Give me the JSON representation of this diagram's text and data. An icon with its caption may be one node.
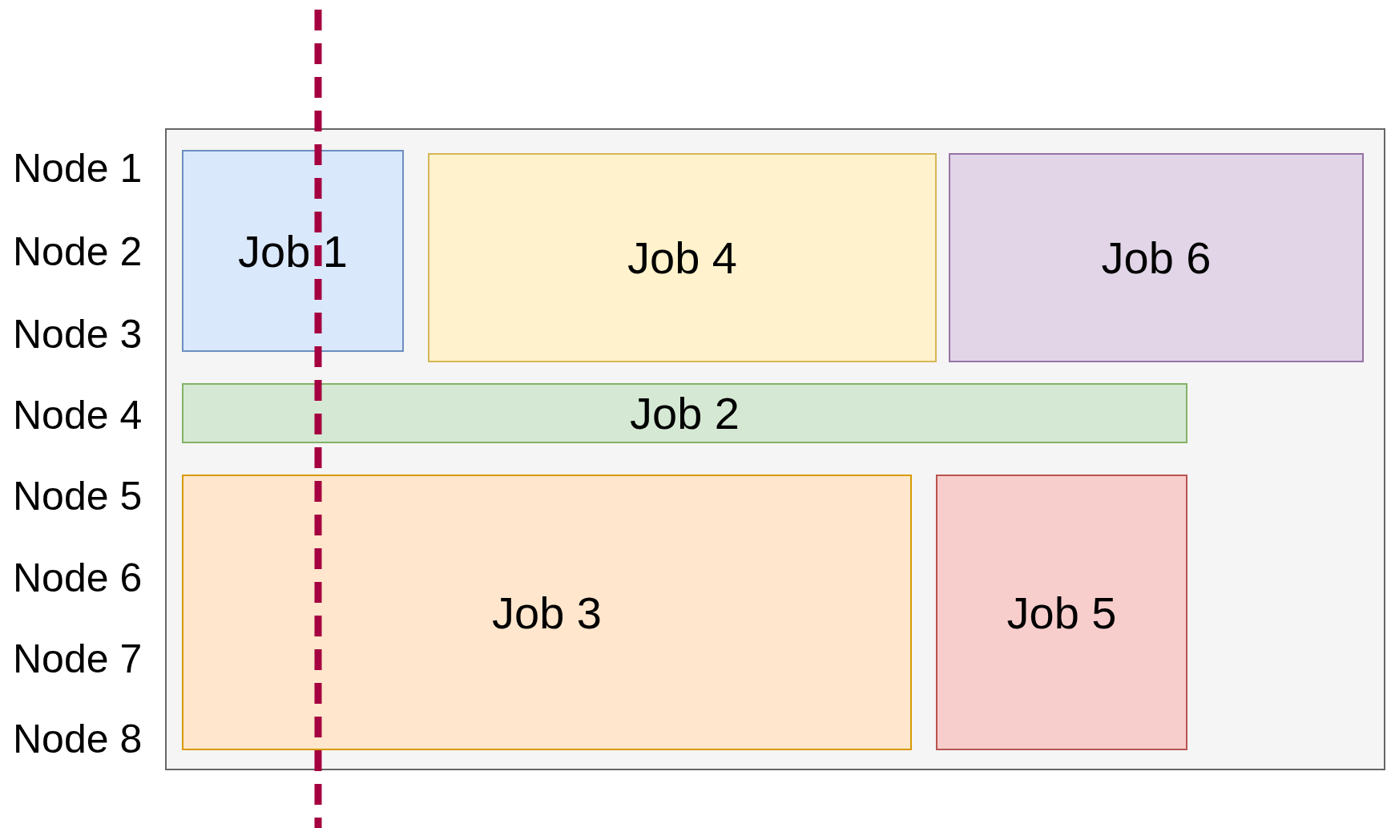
{
  "diagram": {
    "nodes": [
      {
        "text": [],
        "shape": "box"
      },
      {
        "text": [
          "Job 1"
        ],
        "in": 0
      },
      {
        "text": [
          "Job 4"
        ],
        "in": 0
      },
      {
        "text": [
          "Job 6"
        ],
        "in": 0
      },
      {
        "text": [
          "Job 2"
        ],
        "in": 0
      },
      {
        "text": [
          "Job 3"
        ],
        "in": 0
      },
      {
        "text": [
          "Job 5"
        ],
        "in": 0
      }
    ],
    "edges": [],
    "labels": [
      "Node 1",
      "Node 2",
      "Node 3",
      "Node 4",
      "Node 5",
      "Node 6",
      "Node 7",
      "Node 8"
    ]
  }
}
